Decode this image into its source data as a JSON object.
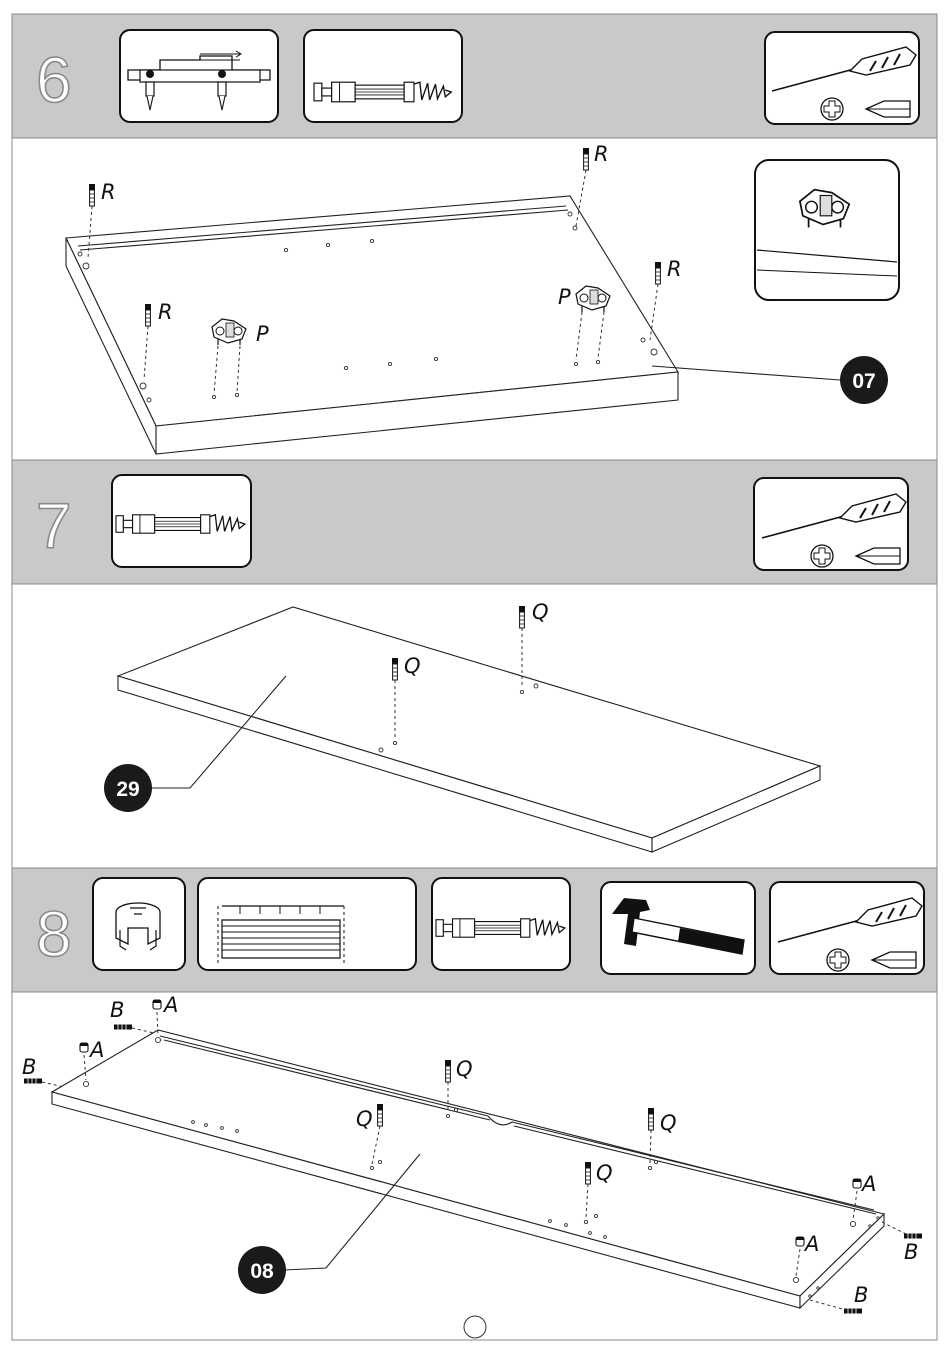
{
  "steps": [
    {
      "number": "6",
      "part_badge": "07",
      "labels": [
        "R",
        "R",
        "R",
        "R",
        "P",
        "P"
      ]
    },
    {
      "number": "7",
      "part_badge": "29",
      "labels": [
        "Q",
        "Q"
      ]
    },
    {
      "number": "8",
      "part_badge": "08",
      "labels": [
        "A",
        "A",
        "A",
        "A",
        "B",
        "B",
        "B",
        "B",
        "Q",
        "Q",
        "Q",
        "Q"
      ]
    }
  ],
  "colors": {
    "header_band": "#c9c9c9",
    "badge": "#1a1a1a",
    "outline": "#222222"
  },
  "icons": {
    "hinge": "hinge-icon",
    "cam_bolt": "cam-bolt-icon",
    "screwdriver": "screwdriver-icon",
    "cam_lock": "cam-lock-icon",
    "dowel": "dowel-icon",
    "hammer": "hammer-icon"
  }
}
